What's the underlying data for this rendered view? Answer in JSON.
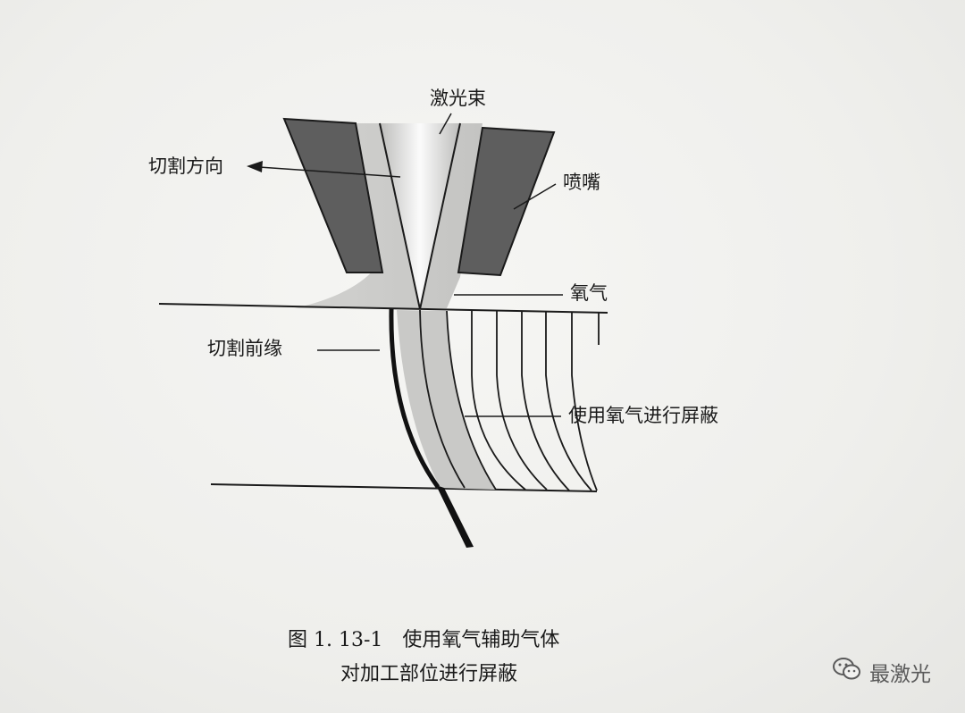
{
  "labels": {
    "laser_beam": "激光束",
    "cutting_direction": "切割方向",
    "nozzle": "喷嘴",
    "oxygen": "氧气",
    "cutting_front": "切割前缘",
    "oxygen_shielding": "使用氧气进行屏蔽"
  },
  "caption": {
    "line1": "图 1. 13-1　使用氧气辅助气体",
    "line2": "对加工部位进行屏蔽"
  },
  "watermark": {
    "icon": "wechat-icon",
    "text": "最激光"
  },
  "colors": {
    "nozzle_fill": "#5e5e5e",
    "gas_fill": "#c9c9c7",
    "beam_center": "#f7f7f7",
    "line": "#1a1a1a"
  }
}
